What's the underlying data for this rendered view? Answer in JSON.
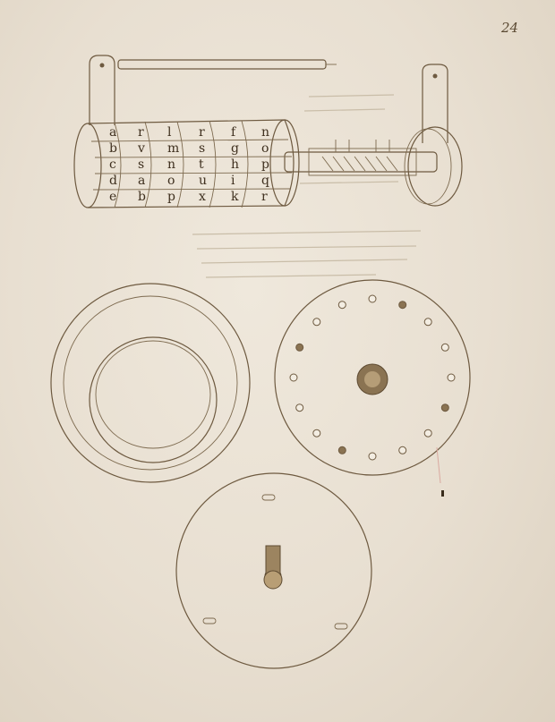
{
  "page_number": "24",
  "cipher_cylinder": {
    "rows": [
      [
        "a",
        "r",
        "l",
        "r",
        "f",
        "n"
      ],
      [
        "b",
        "v",
        "m",
        "s",
        "g",
        "o"
      ],
      [
        "c",
        "s",
        "n",
        "t",
        "h",
        "p"
      ],
      [
        "d",
        "a",
        "o",
        "u",
        "i",
        "q"
      ],
      [
        "e",
        "b",
        "p",
        "x",
        "k",
        "r"
      ]
    ]
  }
}
